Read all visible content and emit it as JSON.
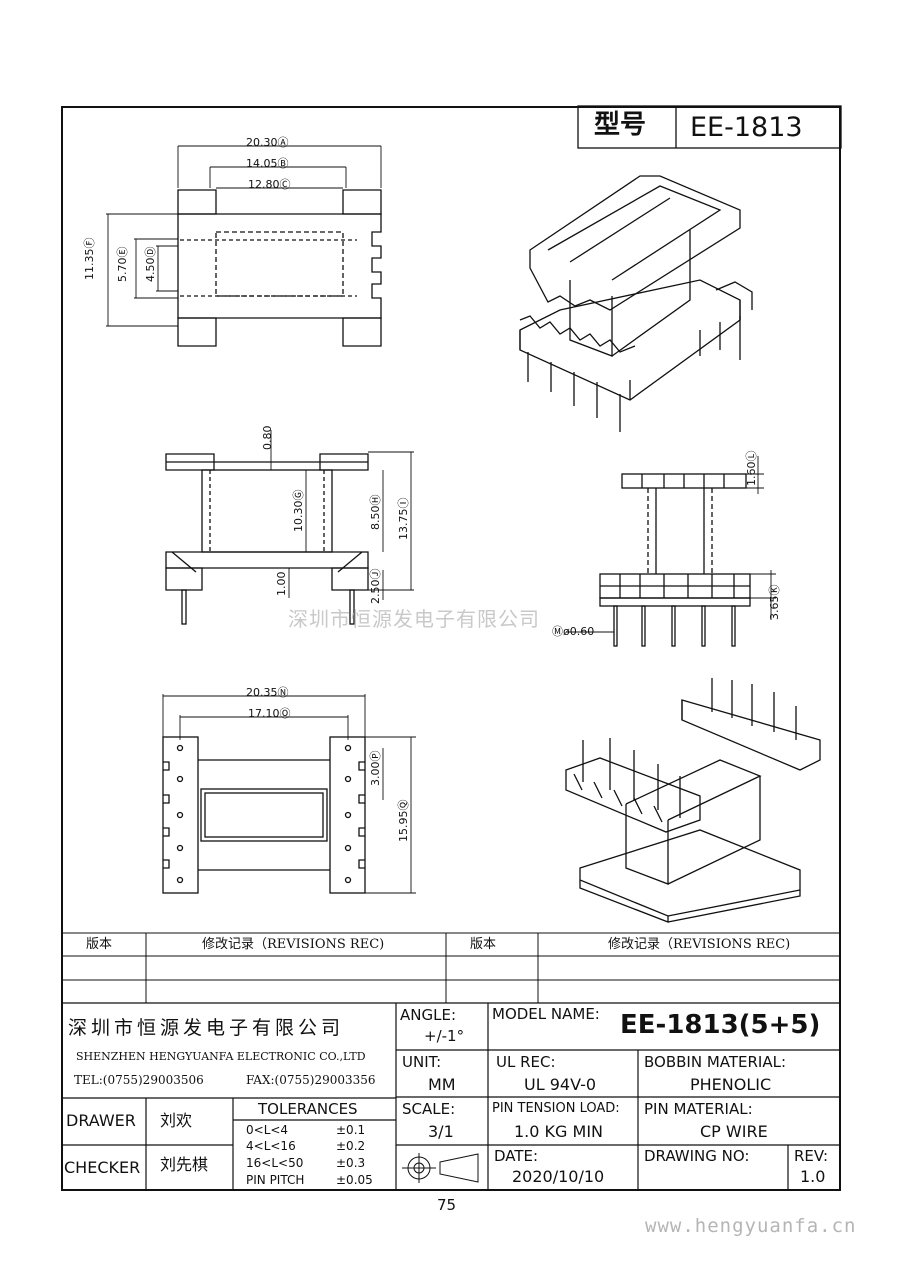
{
  "header": {
    "model_label": "型号",
    "model_value": "EE-1813"
  },
  "watermark": "深圳市恒源发电子有限公司",
  "site": "www.hengyuanfa.cn",
  "page_number": "75",
  "dims": {
    "A": "20.30",
    "B": "14.05",
    "C": "12.80",
    "D": "4.50",
    "E": "5.70",
    "F": "11.35",
    "G": "10.30",
    "H": "8.50",
    "I": "13.75",
    "J": "2.50",
    "gap_top": "0.80",
    "gap_bot": "1.00",
    "L": "1.60",
    "K": "3.65",
    "M": "ø0.60",
    "N": "20.35",
    "O": "17.10",
    "P": "3.00",
    "Q": "15.95"
  },
  "dim_letters": {
    "A": "Ⓐ",
    "B": "Ⓑ",
    "C": "Ⓒ",
    "D": "Ⓓ",
    "E": "Ⓔ",
    "F": "Ⓕ",
    "G": "Ⓖ",
    "H": "Ⓗ",
    "I": "Ⓘ",
    "J": "Ⓙ",
    "K": "Ⓚ",
    "L": "Ⓛ",
    "M": "Ⓜ",
    "N": "Ⓝ",
    "O": "Ⓞ",
    "P": "Ⓟ",
    "Q": "Ⓠ"
  },
  "revisions": {
    "col_version": "版本",
    "col_record": "修改记录（REVISIONS REC)"
  },
  "company": {
    "name_cn": "深圳市恒源发电子有限公司",
    "name_en": "SHENZHEN HENGYUANFA ELECTRONIC CO.,LTD",
    "tel": "TEL:(0755)29003506",
    "fax": "FAX:(0755)29003356"
  },
  "title_block": {
    "angle_label": "ANGLE:",
    "angle_value": "+/-1°",
    "model_name_label": "MODEL NAME:",
    "model_name_value": "EE-1813(5+5)",
    "unit_label": "UNIT:",
    "unit_value": "MM",
    "ul_label": "UL REC:",
    "ul_value": "UL 94V-0",
    "bobbin_label": "BOBBIN MATERIAL:",
    "bobbin_value": "PHENOLIC",
    "scale_label": "SCALE:",
    "scale_value": "3/1",
    "pin_tension_label": "PIN TENSION LOAD:",
    "pin_tension_value": "1.0 KG MIN",
    "pin_material_label": "PIN MATERIAL:",
    "pin_material_value": "CP WIRE",
    "date_label": "DATE:",
    "date_value": "2020/10/10",
    "drawing_no_label": "DRAWING NO:",
    "drawing_no_value": "",
    "rev_label": "REV:",
    "rev_value": "1.0",
    "drawer_label": "DRAWER",
    "drawer_value": "刘欢",
    "checker_label": "CHECKER",
    "checker_value": "刘先棋",
    "tolerances_label": "TOLERANCES",
    "tolerances": [
      {
        "range": "0<L<4",
        "tol": "±0.1"
      },
      {
        "range": "4<L<16",
        "tol": "±0.2"
      },
      {
        "range": "16<L<50",
        "tol": "±0.3"
      },
      {
        "range": "PIN PITCH",
        "tol": "±0.05"
      }
    ]
  }
}
